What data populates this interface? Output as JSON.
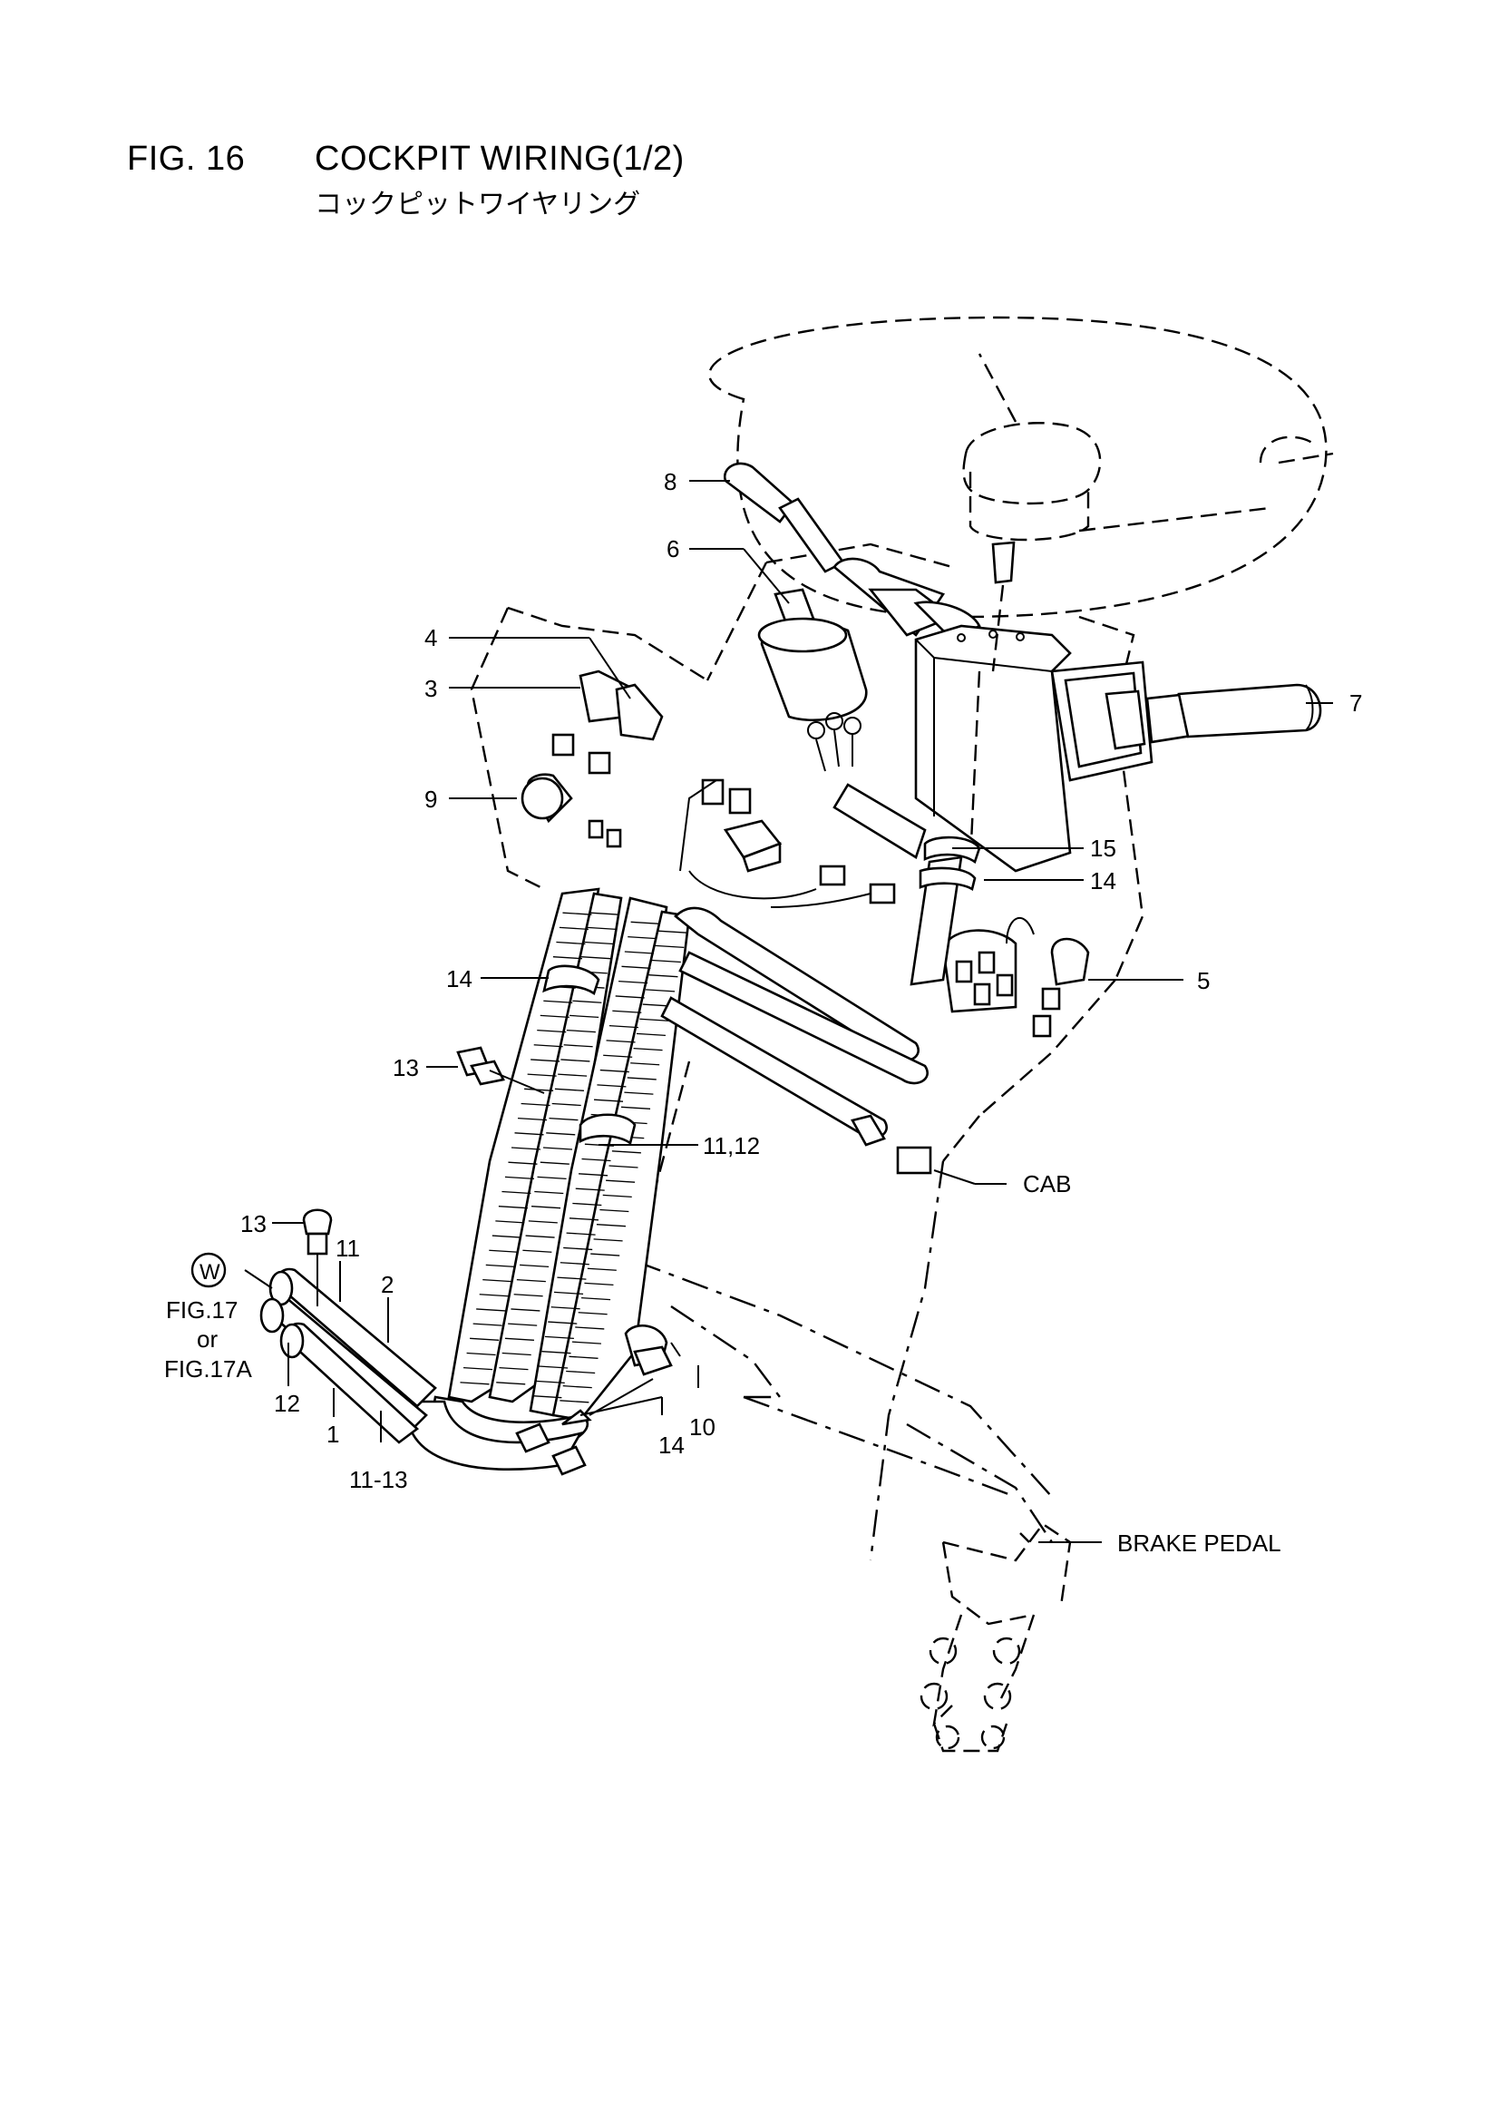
{
  "figure": {
    "number": "FIG. 16",
    "title": "COCKPIT WIRING(1/2)",
    "subtitle": "コックピットワイヤリング"
  },
  "callouts": {
    "c1": "1",
    "c2": "2",
    "c3": "3",
    "c4": "4",
    "c5": "5",
    "c6": "6",
    "c7": "7",
    "c8": "8",
    "c9": "9",
    "c10": "10",
    "c11_top": "11",
    "c11_12": "11,12",
    "c11_13": "11-13",
    "c12": "12",
    "c13_left": "13",
    "c13_bottom": "13",
    "c14_left": "14",
    "c14_right": "14",
    "c14_bottom": "14",
    "c15": "15",
    "cab": "CAB",
    "brake_pedal": "BRAKE PEDAL",
    "w_circle": "W",
    "fig17": "FIG.17",
    "or": "or",
    "fig17a": "FIG.17A"
  }
}
